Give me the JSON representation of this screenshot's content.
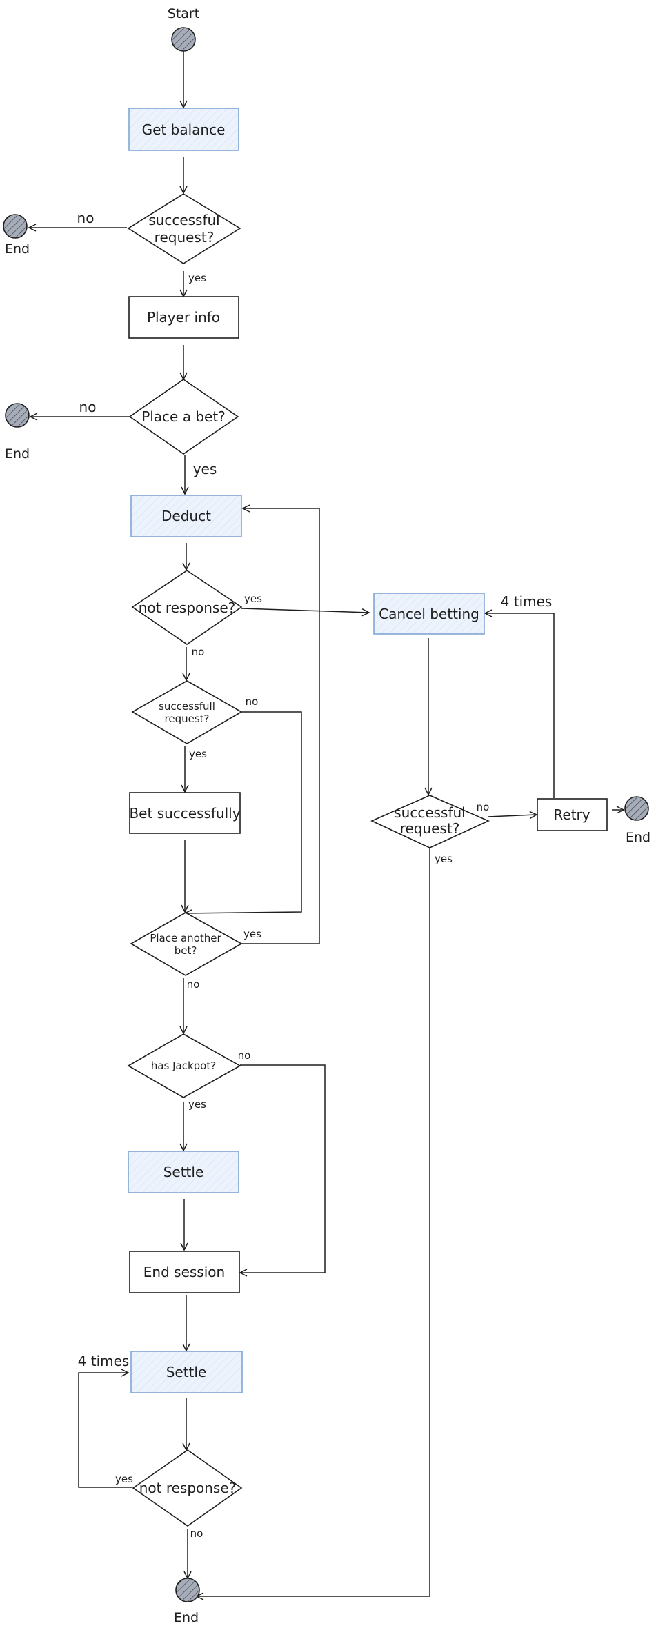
{
  "colors": {
    "stroke": "#1e1e1e",
    "blue_stroke": "#7fa6d4",
    "blue_fill": "#e7f0fb",
    "terminal_fill": "#a6acb8"
  },
  "terminals": {
    "start": "Start",
    "end": "End"
  },
  "nodes": {
    "get_balance": "Get balance",
    "successful_request_1": [
      "successful",
      "request?"
    ],
    "player_info": "Player info",
    "place_a_bet": "Place a bet?",
    "deduct": "Deduct",
    "not_response_1": "not response?",
    "successfull_request_2": [
      "successfull",
      "request?"
    ],
    "bet_successfully": "Bet successfully",
    "place_another_bet": [
      "Place another",
      "bet?"
    ],
    "has_jackpot": "has Jackpot?",
    "settle_1": "Settle",
    "end_session": "End session",
    "settle_2": "Settle",
    "not_response_2": "not response?",
    "cancel_betting": "Cancel betting",
    "successful_request_3": [
      "successful",
      "request?"
    ],
    "retry": "Retry"
  },
  "edge_labels": {
    "no": "no",
    "yes": "yes",
    "four_times": "4 times"
  }
}
